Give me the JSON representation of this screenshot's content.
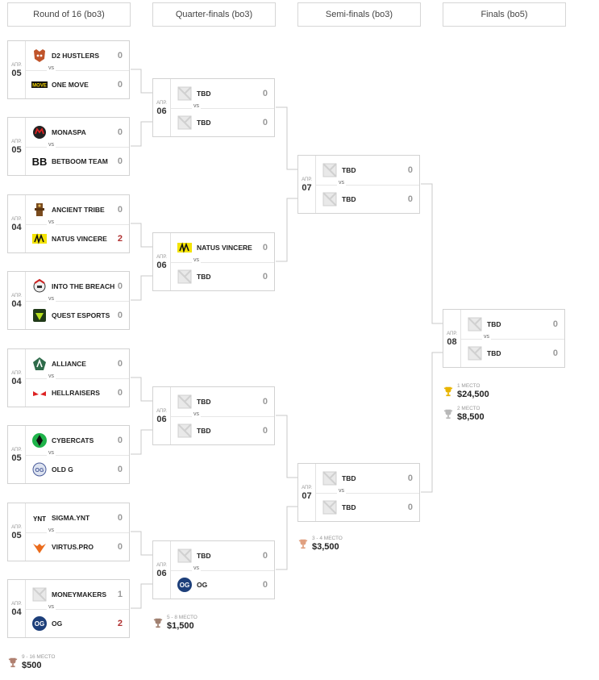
{
  "headers": [
    "Round of 16 (bo3)",
    "Quarter-finals (bo3)",
    "Semi-finals (bo3)",
    "Finals (bo5)"
  ],
  "vs_label": "vs",
  "matches": [
    {
      "id": "r16-1",
      "month": "АПР.",
      "day": "05",
      "t1": {
        "name": "D2 HUSTLERS",
        "score": "0",
        "logo": "hustlers-logo"
      },
      "t2": {
        "name": "ONE MOVE",
        "score": "0",
        "logo": "onemove-logo"
      }
    },
    {
      "id": "r16-2",
      "month": "АПР.",
      "day": "05",
      "t1": {
        "name": "MONASPA",
        "score": "0",
        "logo": "monaspa-logo"
      },
      "t2": {
        "name": "BETBOOM TEAM",
        "score": "0",
        "logo": "betboom-logo"
      }
    },
    {
      "id": "r16-3",
      "month": "АПР.",
      "day": "04",
      "t1": {
        "name": "ANCIENT TRIBE",
        "score": "0",
        "logo": "tribe-logo"
      },
      "t2": {
        "name": "NATUS VINCERE",
        "score": "2",
        "logo": "navi-logo"
      }
    },
    {
      "id": "r16-4",
      "month": "АПР.",
      "day": "04",
      "t1": {
        "name": "INTO THE BREACH",
        "score": "0",
        "logo": "itb-logo"
      },
      "t2": {
        "name": "QUEST ESPORTS",
        "score": "0",
        "logo": "quest-logo"
      }
    },
    {
      "id": "r16-5",
      "month": "АПР.",
      "day": "04",
      "t1": {
        "name": "ALLIANCE",
        "score": "0",
        "logo": "alliance-logo"
      },
      "t2": {
        "name": "HELLRAISERS",
        "score": "0",
        "logo": "hellraisers-logo"
      }
    },
    {
      "id": "r16-6",
      "month": "АПР.",
      "day": "05",
      "t1": {
        "name": "CYBERCATS",
        "score": "0",
        "logo": "cybercats-logo"
      },
      "t2": {
        "name": "OLD G",
        "score": "0",
        "logo": "oldg-logo"
      }
    },
    {
      "id": "r16-7",
      "month": "АПР.",
      "day": "05",
      "t1": {
        "name": "SIGMA.YNT",
        "score": "0",
        "logo": "sigma-logo"
      },
      "t2": {
        "name": "VIRTUS.PRO",
        "score": "0",
        "logo": "vp-logo"
      }
    },
    {
      "id": "r16-8",
      "month": "АПР.",
      "day": "04",
      "t1": {
        "name": "MONEYMAKERS",
        "score": "1",
        "logo": "placeholder-logo"
      },
      "t2": {
        "name": "OG",
        "score": "2",
        "logo": "og-logo"
      }
    },
    {
      "id": "qf-1",
      "month": "АПР.",
      "day": "06",
      "t1": {
        "name": "TBD",
        "score": "0",
        "logo": "placeholder-logo"
      },
      "t2": {
        "name": "TBD",
        "score": "0",
        "logo": "placeholder-logo"
      }
    },
    {
      "id": "qf-2",
      "month": "АПР.",
      "day": "06",
      "t1": {
        "name": "NATUS VINCERE",
        "score": "0",
        "logo": "navi-logo"
      },
      "t2": {
        "name": "TBD",
        "score": "0",
        "logo": "placeholder-logo"
      }
    },
    {
      "id": "qf-3",
      "month": "АПР.",
      "day": "06",
      "t1": {
        "name": "TBD",
        "score": "0",
        "logo": "placeholder-logo"
      },
      "t2": {
        "name": "TBD",
        "score": "0",
        "logo": "placeholder-logo"
      }
    },
    {
      "id": "qf-4",
      "month": "АПР.",
      "day": "06",
      "t1": {
        "name": "TBD",
        "score": "0",
        "logo": "placeholder-logo"
      },
      "t2": {
        "name": "OG",
        "score": "0",
        "logo": "og-logo"
      }
    },
    {
      "id": "sf-1",
      "month": "АПР.",
      "day": "07",
      "t1": {
        "name": "TBD",
        "score": "0",
        "logo": "placeholder-logo"
      },
      "t2": {
        "name": "TBD",
        "score": "0",
        "logo": "placeholder-logo"
      }
    },
    {
      "id": "sf-2",
      "month": "АПР.",
      "day": "07",
      "t1": {
        "name": "TBD",
        "score": "0",
        "logo": "placeholder-logo"
      },
      "t2": {
        "name": "TBD",
        "score": "0",
        "logo": "placeholder-logo"
      }
    },
    {
      "id": "final",
      "month": "АПР.",
      "day": "08",
      "t1": {
        "name": "TBD",
        "score": "0",
        "logo": "placeholder-logo"
      },
      "t2": {
        "name": "TBD",
        "score": "0",
        "logo": "placeholder-logo"
      }
    }
  ],
  "prizes": [
    {
      "label": "9 - 16 МЕСТО",
      "value": "$500",
      "color": "#b08070"
    },
    {
      "label": "5 - 8 МЕСТО",
      "value": "$1,500",
      "color": "#a08070"
    },
    {
      "label": "3 - 4 МЕСТО",
      "value": "$3,500",
      "color": "#e0a080"
    },
    {
      "label": "1 МЕСТО",
      "value": "$24,500",
      "color": "#e8b400"
    },
    {
      "label": "2 МЕСТО",
      "value": "$8,500",
      "color": "#b8b8b8"
    }
  ],
  "colors": {
    "border": "#d2d2d2",
    "winner_score": "#b03030",
    "muted_score": "#999999"
  }
}
